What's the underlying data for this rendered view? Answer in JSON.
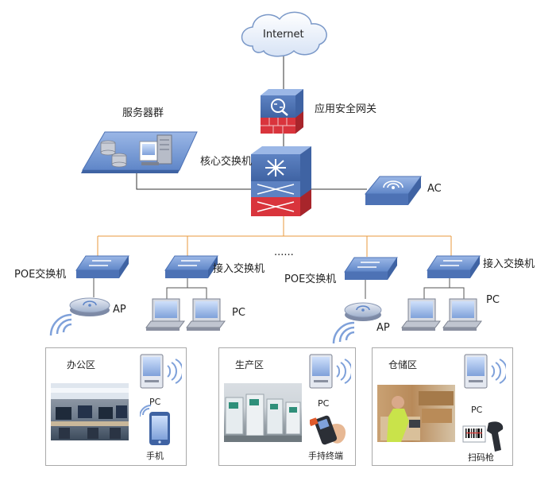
{
  "labels": {
    "internet": "Internet",
    "gateway": "应用安全网关",
    "server_cluster": "服务器群",
    "core_switch": "核心交换机",
    "ac": "AC",
    "ellipsis": "......",
    "poe_switch": "POE交换机",
    "access_switch": "接入交换机",
    "ap": "AP",
    "pc": "PC"
  },
  "zones": [
    {
      "title": "办公区",
      "devices": [
        "PC",
        "手机"
      ]
    },
    {
      "title": "生产区",
      "devices": [
        "PC",
        "手持终端"
      ]
    },
    {
      "title": "仓储区",
      "devices": [
        "PC",
        "扫码枪"
      ]
    }
  ],
  "colors": {
    "uplink": "#333333",
    "downlink": "#e89a3c",
    "device_blue": "#6b8fc9",
    "firewall_red": "#d9343c"
  }
}
